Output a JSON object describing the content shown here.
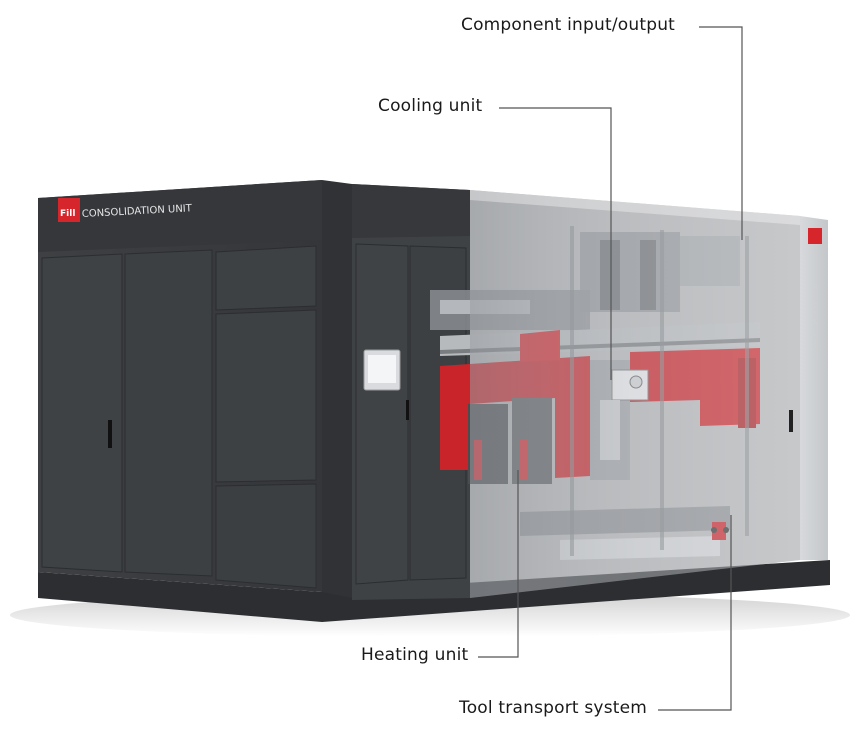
{
  "brand": {
    "logo_text": "Fill",
    "unit_name": "CONSOLIDATION UNIT"
  },
  "callouts": {
    "component_io": "Component input/output",
    "cooling": "Cooling unit",
    "heating": "Heating unit",
    "tool_transport": "Tool transport system"
  },
  "colors": {
    "cabinet_dark": "#3b3d40",
    "cabinet_mid": "#46494c",
    "accent_red": "#d6262c",
    "leader_line": "#555555"
  }
}
